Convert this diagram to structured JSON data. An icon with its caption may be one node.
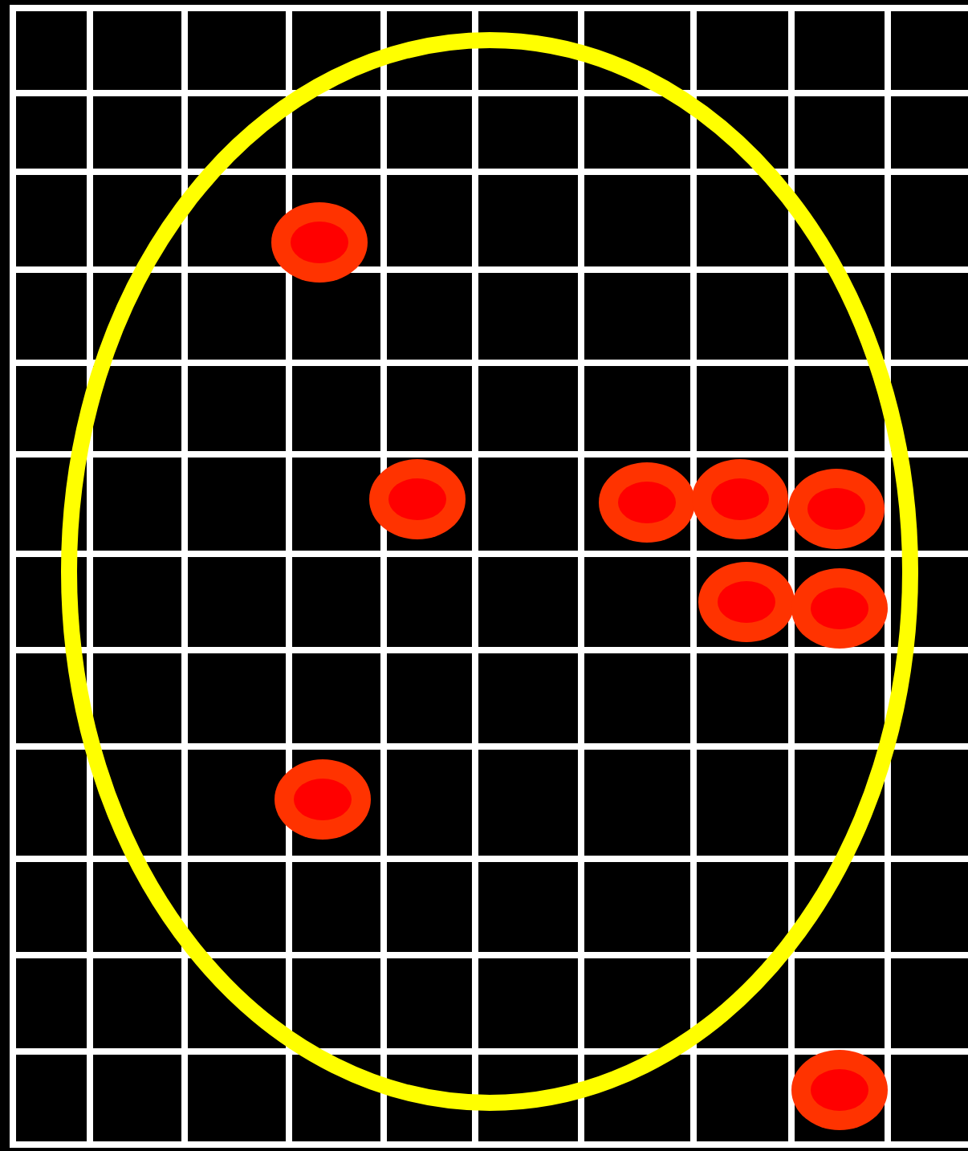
{
  "diagram": {
    "nodes": [
      {
        "text": [],
        "shape": "circle"
      },
      {
        "text": [],
        "shape": "circle",
        "in": 0
      },
      {
        "text": [],
        "shape": "circle",
        "in": 0
      },
      {
        "text": [],
        "shape": "circle",
        "in": 0
      },
      {
        "text": [],
        "shape": "circle",
        "in": 0
      },
      {
        "text": [],
        "shape": "circle",
        "in": 0
      },
      {
        "text": [],
        "shape": "circle",
        "in": 0
      },
      {
        "text": [],
        "shape": "circle",
        "in": 0
      },
      {
        "text": [],
        "shape": "circle",
        "in": 0
      },
      {
        "text": [],
        "shape": "circle"
      }
    ],
    "edges": []
  }
}
